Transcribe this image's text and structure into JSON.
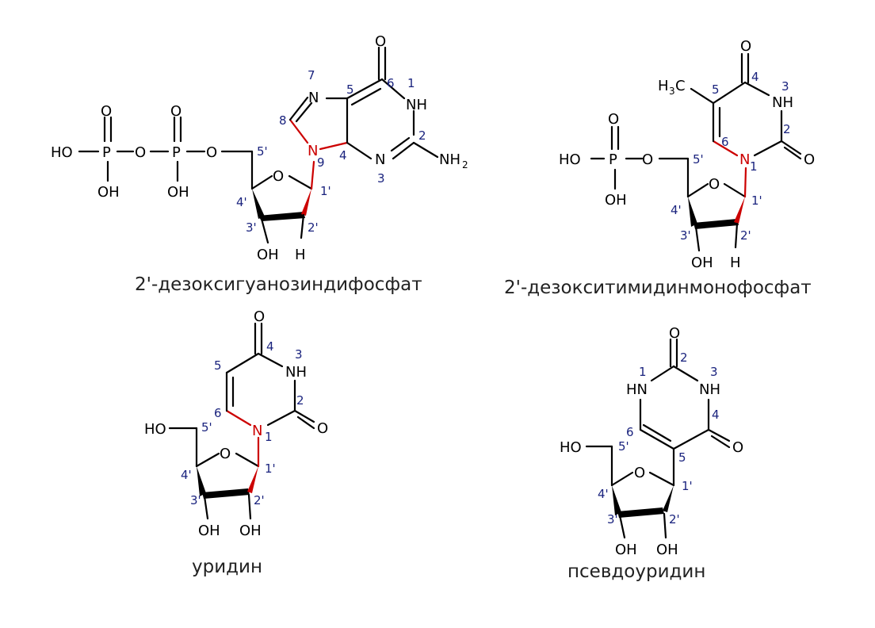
{
  "colors": {
    "bond": "#000000",
    "glycosidic_bond": "#cc0000",
    "glycosidic_atom": "#cc0000",
    "locant": "#1a237e",
    "caption": "#222222"
  },
  "atoms": {
    "O": "O",
    "OH": "OH",
    "HO": "HO",
    "P": "P",
    "N": "N",
    "NH": "NH",
    "HN": "HN",
    "H": "H",
    "NH2_main": "NH",
    "NH2_sub": "2",
    "H3C_main_H": "H",
    "H3C_sub": "3",
    "H3C_C": "C"
  },
  "molecules": [
    {
      "caption": "2'-дезоксигуанозиндифосфат",
      "locants": [
        "1",
        "2",
        "3",
        "4",
        "5",
        "6",
        "7",
        "8",
        "9",
        "1'",
        "2'",
        "3'",
        "4'",
        "5'"
      ]
    },
    {
      "caption": "2'-дезокситимидинмонофосфат",
      "locants": [
        "1",
        "2",
        "3",
        "4",
        "5",
        "6",
        "1'",
        "2'",
        "3'",
        "4'",
        "5'"
      ]
    },
    {
      "caption": "уридин",
      "locants": [
        "1",
        "2",
        "3",
        "4",
        "5",
        "6",
        "1'",
        "2'",
        "3'",
        "4'",
        "5'"
      ]
    },
    {
      "caption": "псевдоуридин",
      "locants": [
        "1",
        "2",
        "3",
        "4",
        "5",
        "6",
        "1'",
        "2'",
        "3'",
        "4'",
        "5'"
      ]
    }
  ]
}
